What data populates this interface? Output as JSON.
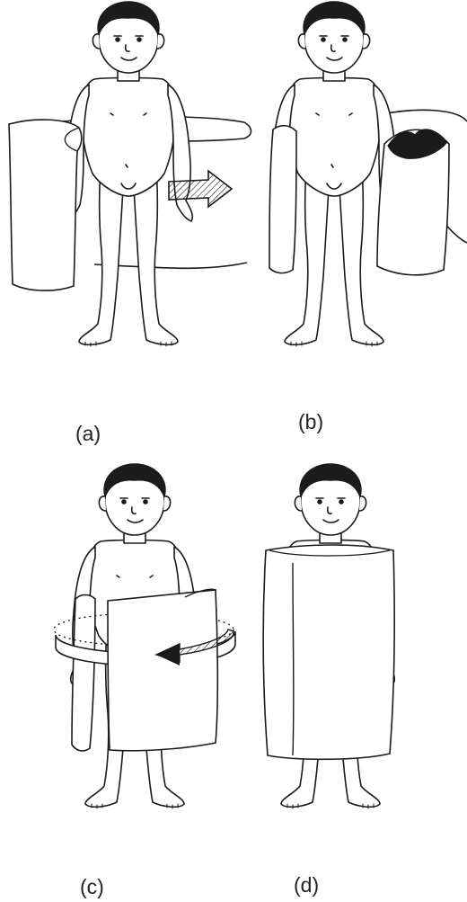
{
  "panels": [
    {
      "label": "(a)"
    },
    {
      "label": "(b)"
    },
    {
      "label": "(c)"
    },
    {
      "label": "(d)"
    }
  ],
  "colors": {
    "line": "#1a1a1a",
    "fill": "#ffffff",
    "hair": "#1c1c1c",
    "arrow_fill": "#ffffff",
    "dark_fill": "#1a1a1a"
  },
  "icons": {
    "a": "right-arrow-icon",
    "c": "circular-left-arrow-icon"
  }
}
